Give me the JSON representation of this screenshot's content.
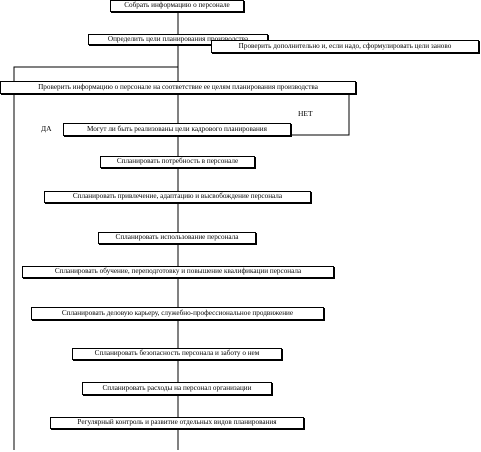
{
  "steps": {
    "collect": "Собрать информацию о персонале",
    "define_goals": "Определить цели планирования производства",
    "recheck": "Проверить дополнительно и, если надо, сформулировать цели заново",
    "verify": "Проверить информацию о персонале на соответствие ее целям планирования производства",
    "decision": "Могут ли быть реализованы цели кадрового планирования",
    "plan_need": "Спланировать потребность в персонале",
    "plan_attract": "Спланировать привлечение, адаптацию и высвобождение персонала",
    "plan_use": "Спланировать использование персонала",
    "plan_training": "Спланировать обучение, переподготовку и повышение квалификации персонала",
    "plan_career": "Спланировать деловую карьеру, служебно-профессиональное продвижение",
    "plan_safety": "Спланировать безопасность персонала и заботу о нем",
    "plan_costs": "Спланировать расходы на персонал организации",
    "control": "Регулярный контроль и развитие отдельных видов планирования"
  },
  "labels": {
    "yes": "ДА",
    "no": "НЕТ"
  }
}
